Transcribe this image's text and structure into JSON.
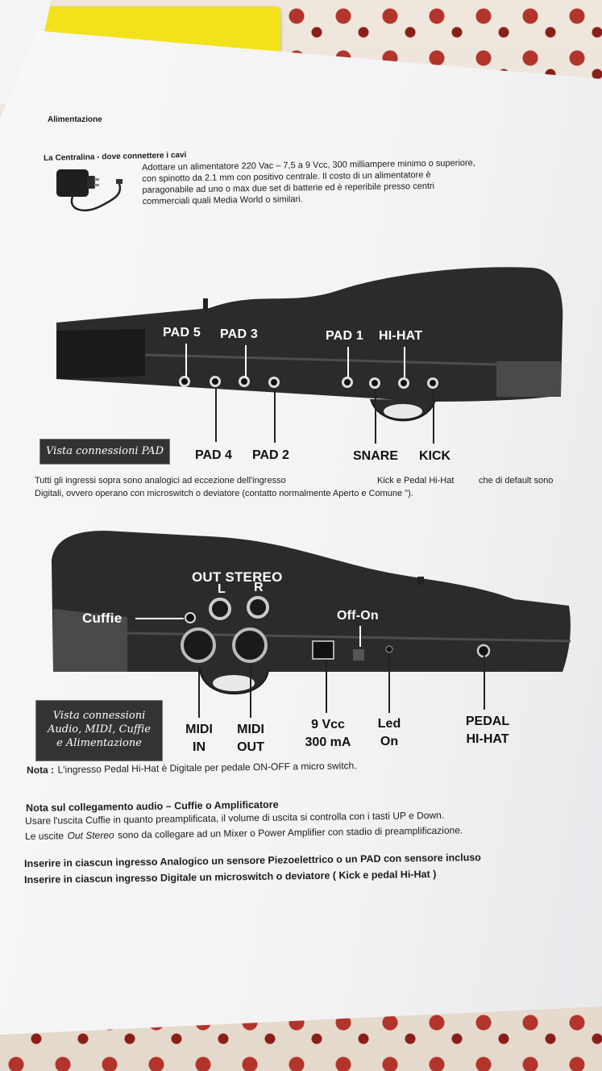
{
  "section_title": "Alimentazione",
  "subsection_title": "La Centralina - dove connettere i cavi",
  "power_text": [
    "Adottare un alimentatore 220 Vac – 7,5 a 9 Vcc, 300 milliampere minimo o superiore,",
    "con spinotto da 2.1 mm con positivo centrale. Il costo di un alimentatore è",
    "paragonabile ad uno o max due set di batterie ed è reperibile presso centri",
    "commerciali quali Media World o similari."
  ],
  "pad_view": {
    "top_labels": [
      "PAD 5",
      "PAD 3",
      "PAD 1",
      "HI-HAT"
    ],
    "bottom_labels": [
      "PAD 4",
      "PAD 2",
      "SNARE",
      "KICK"
    ],
    "caption": "Vista connessioni PAD"
  },
  "analog_note": {
    "line1_a": "Tutti gli ingressi sopra sono analogici ad eccezione dell'ingresso",
    "line1_b": "Kick e Pedal Hi-Hat",
    "line1_c": "che di default sono",
    "line2": "Digitali, ovvero operano con microswitch o deviatore (contatto normalmente Aperto e Comune \")."
  },
  "audio_view": {
    "out_stereo": "OUT STEREO",
    "left": "L",
    "right": "R",
    "cuffie": "Cuffie",
    "off_on": "Off-On",
    "caption_lines": [
      "Vista connessioni",
      "Audio, MIDI, Cuffie",
      "e Alimentazione"
    ],
    "bottom_labels": [
      {
        "line1": "MIDI",
        "line2": "IN"
      },
      {
        "line1": "MIDI",
        "line2": "OUT"
      },
      {
        "line1": "9 Vcc",
        "line2": "300 mA"
      },
      {
        "line1": "Led",
        "line2": "On"
      },
      {
        "line1": "PEDAL",
        "line2": "HI-HAT"
      }
    ]
  },
  "nota_pedal": {
    "label": "Nota :",
    "text": "L'ingresso Pedal Hi-Hat è Digitale per pedale ON-OFF a micro switch."
  },
  "audio_note": {
    "title": "Nota sul collegamento audio – Cuffie o Amplificatore",
    "line1": "Usare l'uscita Cuffie in quanto preamplificata, il volume di uscita si controlla con i tasti UP e Down.",
    "line2_a": "Le uscite",
    "line2_em": "Out Stereo",
    "line2_b": "sono da collegare ad un Mixer o Power Amplifier con stadio di preamplificazione."
  },
  "final_notes": [
    "Inserire in ciascun ingresso Analogico un sensore Piezoelettrico o un PAD con sensore incluso",
    "Inserire in ciascun ingresso Digitale un microswitch o deviatore ( Kick e pedal Hi-Hat )"
  ]
}
